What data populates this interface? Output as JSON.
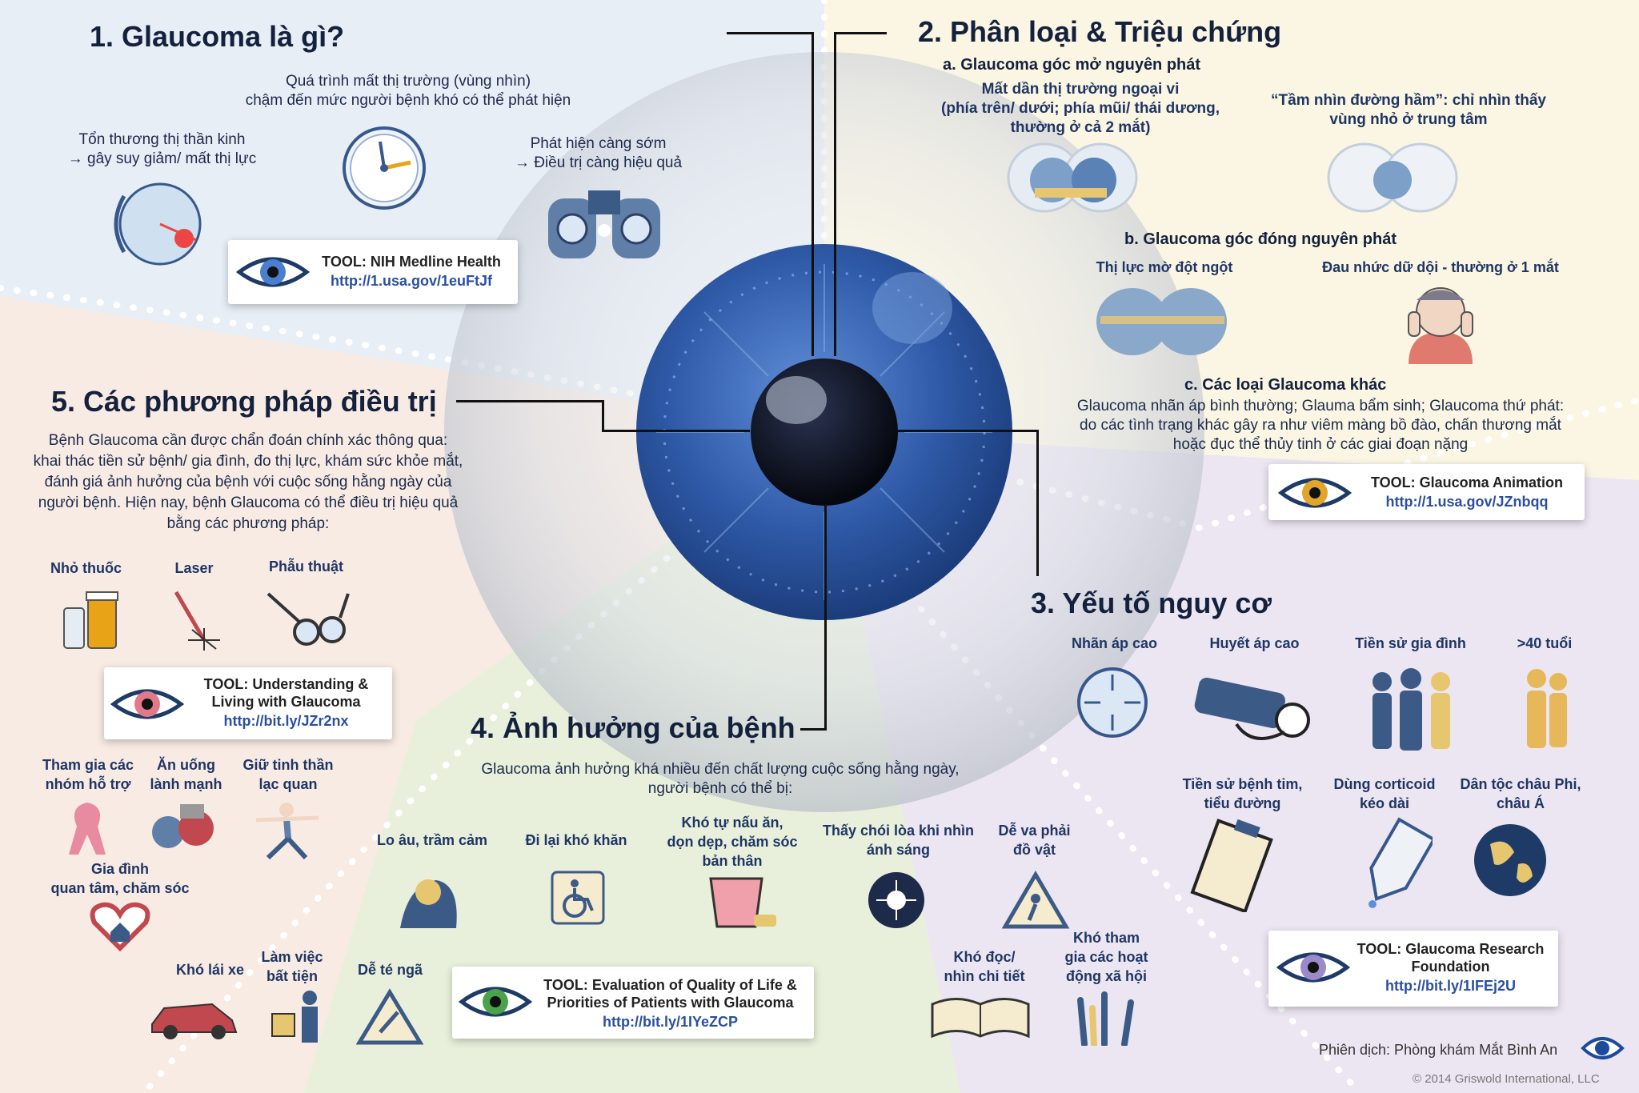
{
  "colors": {
    "q1": "#e8eef6",
    "q2": "#fbf6e3",
    "q3": "#ece6f2",
    "q4": "#e8f0dc",
    "q5": "#f7ebe4",
    "iris": "#2f5aa8",
    "pupil": "#0b0f1c",
    "title": "#14213d",
    "label": "#1f3563",
    "link": "#2a4fa0"
  },
  "s1": {
    "title": "1. Glaucoma là gì?",
    "desc1": [
      "Quá trình mất thị trường (vùng nhìn)",
      "chậm đến mức người bệnh khó có thể phát hiện"
    ],
    "desc2": [
      "Tổn thương thị thần kinh",
      "→ gây suy giảm/ mất thị lực"
    ],
    "desc3": [
      "Phát hiện càng sớm",
      "→ Điều trị càng hiệu quả"
    ],
    "tool_title": "TOOL: NIH Medline Health",
    "tool_url": "http://1.usa.gov/1euFtJf"
  },
  "s2": {
    "title": "2. Phân loại & Triệu chứng",
    "a_title": "a. Glaucoma góc mở nguyên phát",
    "a_desc1": [
      "Mất dần thị trường ngoại vi",
      "(phía trên/ dưới; phía mũi/ thái dương,",
      "thường ở cả 2 mắt)"
    ],
    "a_desc2": [
      "“Tầm nhìn đường hầm”: chỉ nhìn thấy",
      "vùng nhỏ ở trung tâm"
    ],
    "b_title": "b. Glaucoma góc đóng nguyên phát",
    "b_desc1": "Thị lực mờ đột ngột",
    "b_desc2": "Đau nhức dữ dội - thường ở 1 mắt",
    "c_title": "c. Các loại Glaucoma khác",
    "c_desc": [
      "Glaucoma nhãn áp bình thường; Glauma bẩm sinh; Glaucoma thứ phát:",
      "do các tình trạng khác gây ra như viêm màng bồ đào, chấn thương mắt",
      "hoặc đục thể thủy tinh ở các giai đoạn nặng"
    ],
    "tool_title": "TOOL: Glaucoma Animation",
    "tool_url": "http://1.usa.gov/JZnbqq"
  },
  "s3": {
    "title": "3. Yếu tố nguy cơ",
    "items": [
      "Nhãn áp cao",
      "Huyết áp cao",
      "Tiền sử gia đình",
      ">40 tuổi"
    ],
    "items2": [
      [
        "Tiền sử bệnh tim,",
        "tiểu đường"
      ],
      [
        "Dùng corticoid",
        "kéo dài"
      ],
      [
        "Dân tộc châu Phi,",
        "châu Á"
      ]
    ],
    "tool_title": [
      "TOOL: Glaucoma Research",
      "Foundation"
    ],
    "tool_url": "http://bit.ly/1IFEj2U"
  },
  "s4": {
    "title": "4. Ảnh hưởng của bệnh",
    "desc": [
      "Glaucoma ảnh hưởng khá nhiều đến chất lượng cuộc sống hằng ngày,",
      "người bệnh có thể bị:"
    ],
    "items": [
      [
        "Lo âu, trầm cảm"
      ],
      [
        "Đi lại khó khăn"
      ],
      [
        "Khó tự nấu ăn,",
        "dọn dẹp, chăm sóc",
        "bản thân"
      ],
      [
        "Thấy chói lòa khi nhìn",
        "ánh sáng"
      ],
      [
        "Dễ va phải",
        "đồ vật"
      ]
    ],
    "items_low": [
      [
        "Khó lái xe"
      ],
      [
        "Làm việc",
        "bất tiện"
      ],
      [
        "Dễ té ngã"
      ],
      [
        "Khó đọc/",
        "nhìn chi tiết"
      ],
      [
        "Khó tham",
        "gia các hoạt",
        "động xã hội"
      ]
    ],
    "tool_title": [
      "TOOL: Evaluation of Quality of Life &",
      "Priorities of Patients with Glaucoma"
    ],
    "tool_url": "http://bit.ly/1IYeZCP"
  },
  "s5": {
    "title": "5. Các phương pháp điều trị",
    "desc": [
      "Bệnh Glaucoma cần được chẩn đoán chính xác thông qua:",
      "khai thác tiền sử bệnh/ gia đình, đo thị lực, khám sức khỏe mắt,",
      "đánh giá ảnh hưởng của bệnh với cuộc sống hằng ngày của",
      "người bệnh. Hiện nay, bệnh Glaucoma có thể điều trị hiệu quả",
      "bằng các phương pháp:"
    ],
    "methods": [
      "Nhỏ thuốc",
      "Laser",
      "Phẫu thuật"
    ],
    "tool_title": [
      "TOOL: Understanding &",
      "Living with Glaucoma"
    ],
    "tool_url": "http://bit.ly/JZr2nx",
    "support": [
      [
        "Tham gia các",
        "nhóm hỗ trợ"
      ],
      [
        "Ăn uống",
        "lành mạnh"
      ],
      [
        "Giữ tinh thần",
        "lạc quan"
      ],
      [
        "Gia đình",
        "quan tâm, chăm sóc"
      ]
    ]
  },
  "footer": {
    "credit": "Phiên dịch: Phòng khám Mắt Bình An",
    "copyright": "© 2014 Griswold International, LLC"
  }
}
